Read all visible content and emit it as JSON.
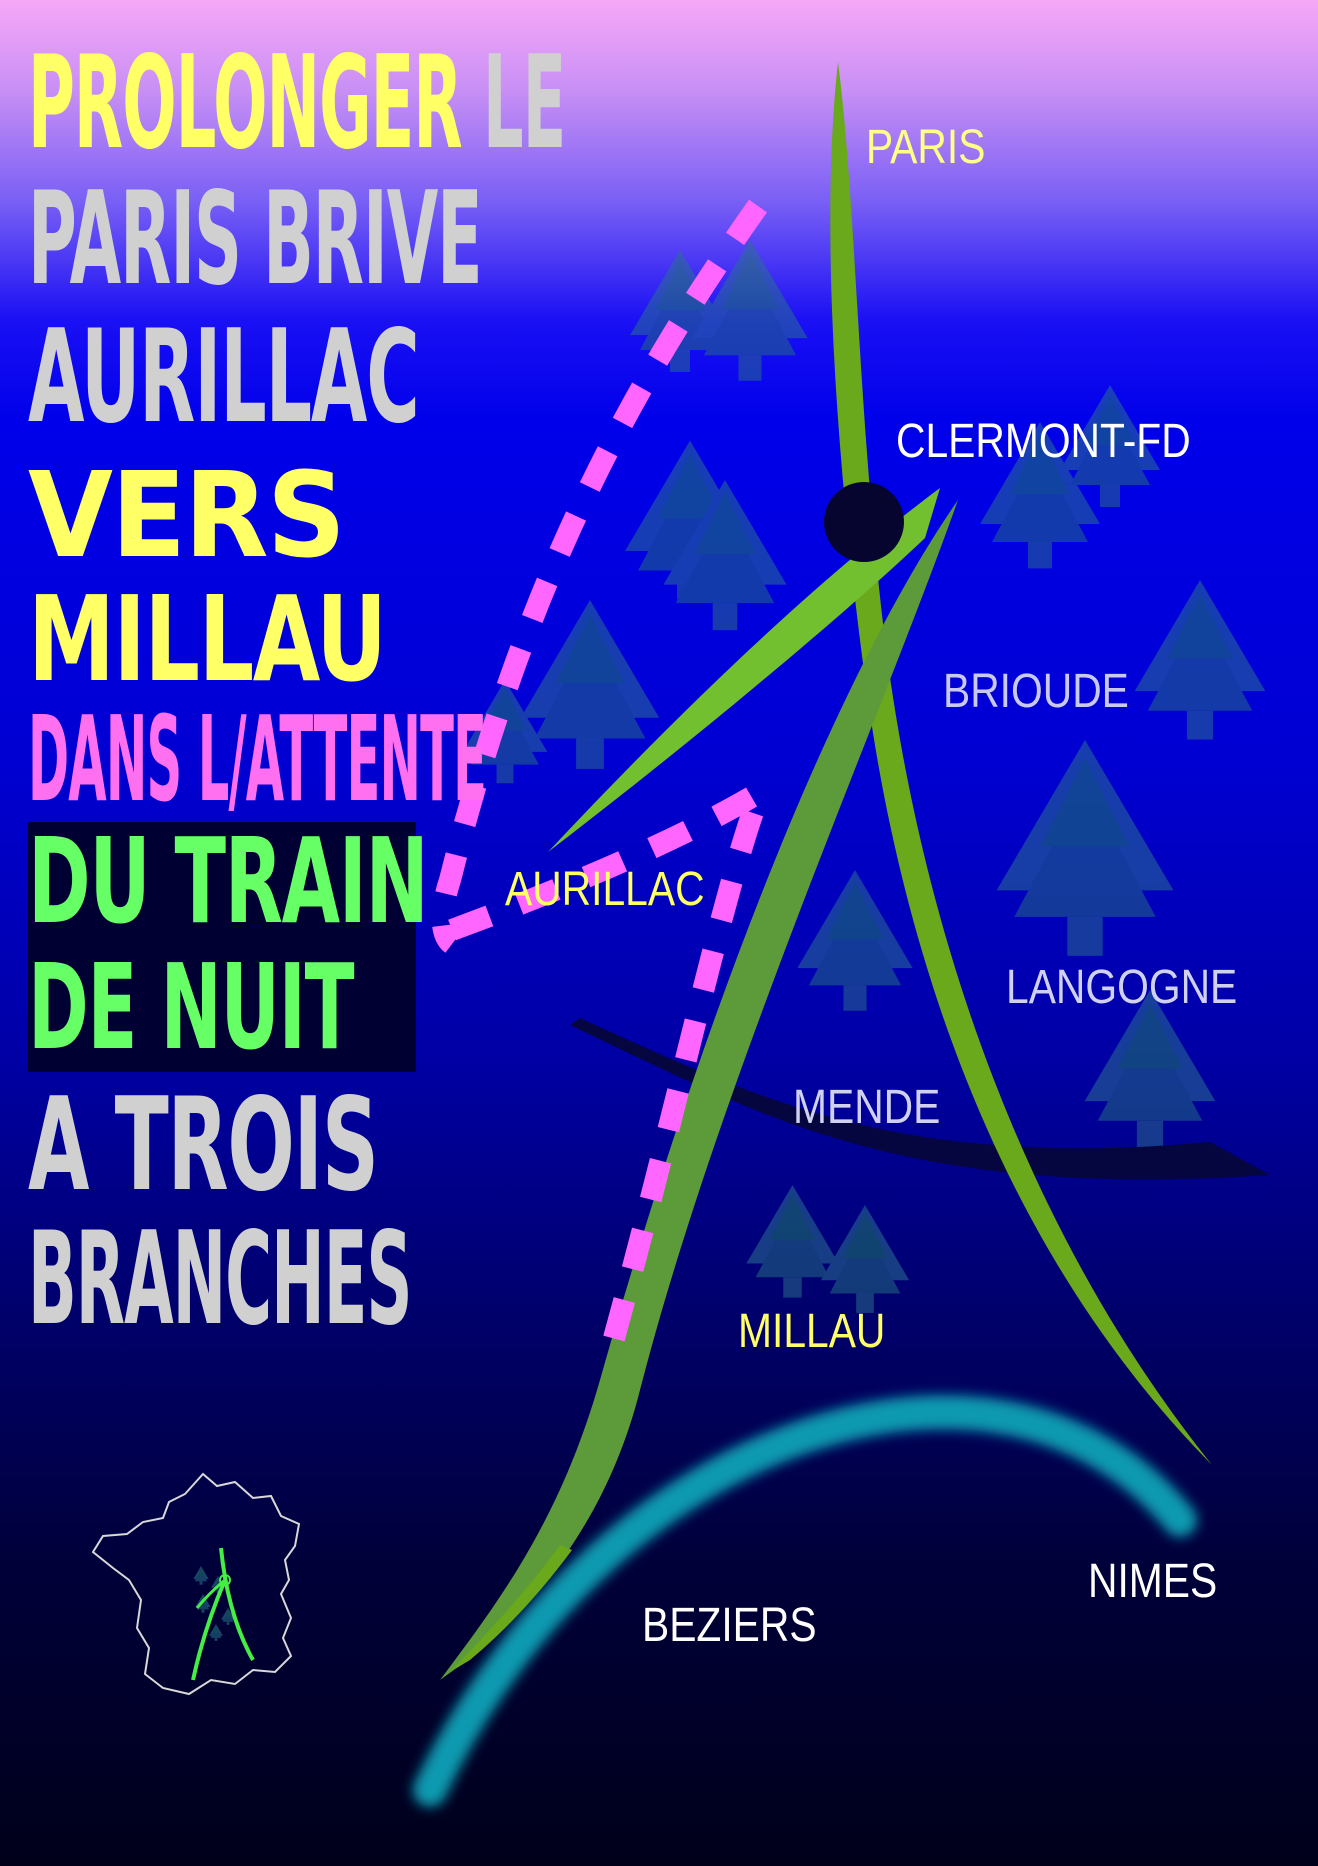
{
  "poster": {
    "slogan": {
      "line1_a": "PROLONGER",
      "line1_b": "LE",
      "line2": "PARIS BRIVE",
      "line3": "AURILLAC",
      "line4": "VERS",
      "line5": "MILLAU",
      "line6": "DANS L/ATTENTE",
      "line7": "DU TRAIN",
      "line8": "DE NUIT",
      "line9": "A TROIS",
      "line10": "BRANCHES"
    },
    "map_labels": {
      "paris": "PARIS",
      "clermont": "CLERMONT-FD",
      "brioude": "BRIOUDE",
      "aurillac": "AURILLAC",
      "langogne": "LANGOGNE",
      "mende": "MENDE",
      "millau": "MILLAU",
      "nimes": "NIMES",
      "beziers": "BEZIERS"
    },
    "colors": {
      "yellow": "#ffff66",
      "grey": "#d0d0d0",
      "pink": "#ff70f0",
      "bright_green": "#66ff66",
      "main_line_green": "#6aa81c",
      "branch_green": "#5c9a3a",
      "dashed_pink": "#ff66ff",
      "coast_cyan": "#0a9ab0",
      "forest_teal": "#1e5a8a"
    },
    "icons": [
      "tree-icon",
      "france-outline-icon",
      "junction-dot-icon"
    ]
  }
}
